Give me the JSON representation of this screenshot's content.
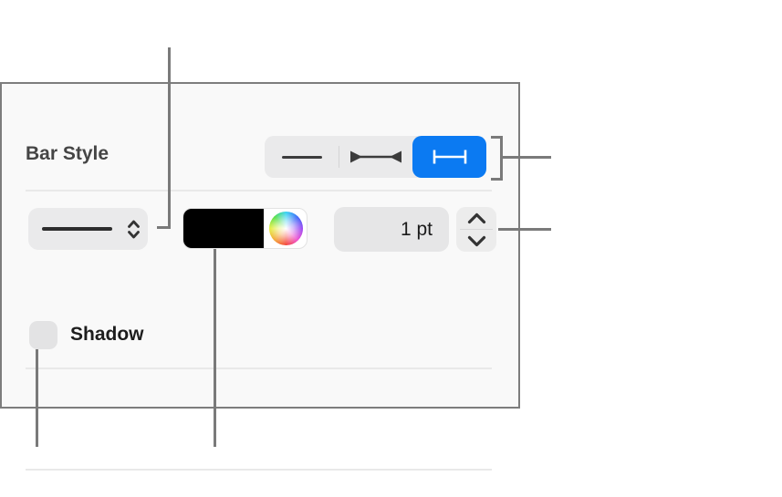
{
  "panel": {
    "section_label": "Bar Style",
    "line_width_value": "1 pt",
    "shadow_label": "Shadow",
    "shadow_checked": false
  },
  "segmented_control": {
    "selected_index": 2,
    "segments": [
      {
        "name": "line-no-endpoints"
      },
      {
        "name": "line-arrow-endpoints"
      },
      {
        "name": "line-flat-endpoints",
        "selected": true
      }
    ]
  },
  "line_style_popup": {
    "selected_preview": "solid-line"
  },
  "color_well": {
    "current_color": "#000000"
  },
  "colors": {
    "accent_blue": "#0b7af2",
    "panel_background": "#f9f9f9",
    "panel_border": "#7d7d7d",
    "callout_line": "#7a7a7a",
    "swatch_black": "#000000"
  },
  "icons": {
    "plain_line": "horizontal-line",
    "arrow_endpoints": "line-with-inward-arrowheads",
    "flat_endpoints": "line-with-end-caps",
    "popup": "up-down-chevrons",
    "stepper_up": "chevron-up",
    "stepper_down": "chevron-down",
    "color_wheel": "rainbow-color-wheel"
  }
}
